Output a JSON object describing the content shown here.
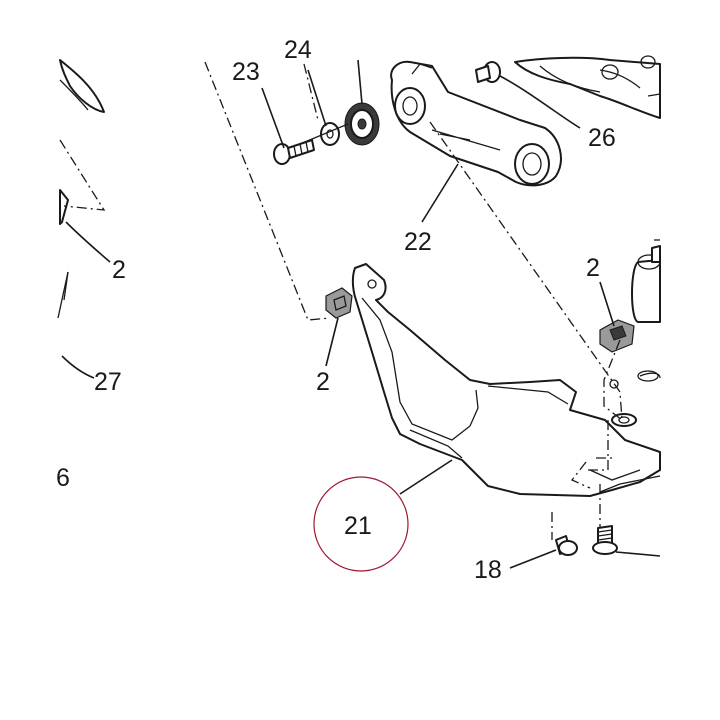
{
  "diagram": {
    "callouts": {
      "c23": "23",
      "c24": "24",
      "c26": "26",
      "c22": "22",
      "c2_left": "2",
      "c2_mid": "2",
      "c2_right": "2",
      "c27": "27",
      "c6": "6",
      "c21": "21",
      "c18": "18"
    },
    "highlight_color": "#a01830",
    "line_color": "#1a1a1a"
  }
}
